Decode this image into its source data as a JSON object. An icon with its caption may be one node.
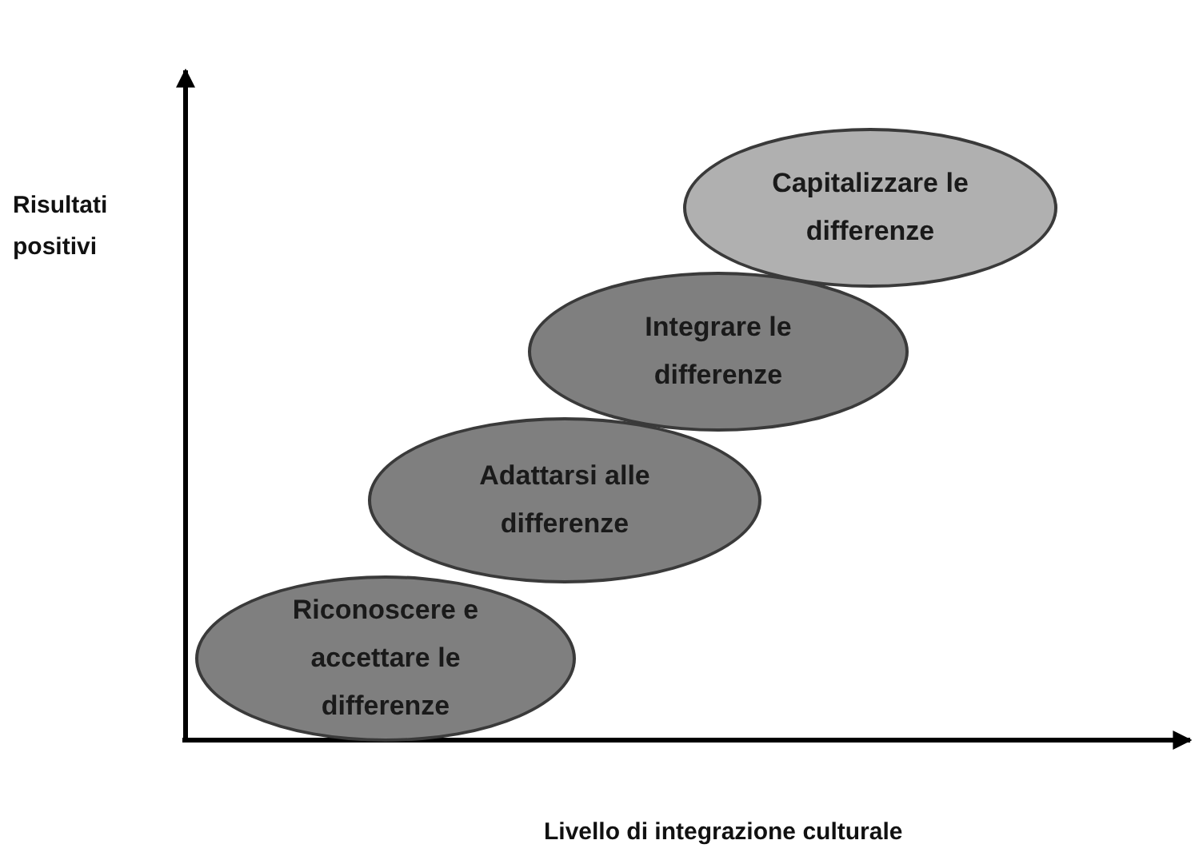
{
  "diagram": {
    "nodes": [
      {
        "text": [
          "Riconoscere e accettare le differenze"
        ]
      },
      {
        "text": [
          "Adattarsi alle differenze"
        ]
      },
      {
        "text": [
          "Integrare le differenze"
        ]
      },
      {
        "text": [
          "Capitalizzare le differenze"
        ]
      }
    ],
    "labels": [
      "Risultati positivi",
      "Livello di integrazione culturale"
    ]
  }
}
